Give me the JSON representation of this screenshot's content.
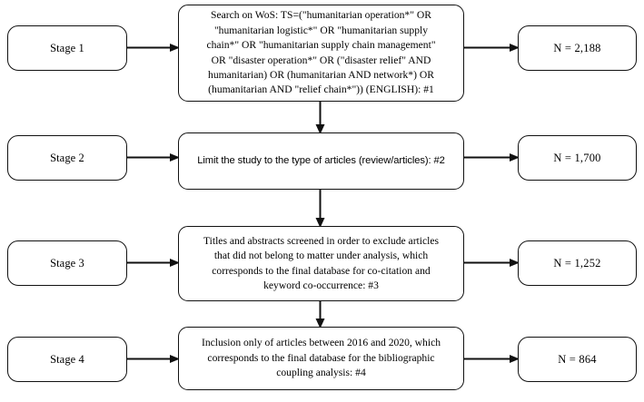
{
  "figure": {
    "type": "flowchart",
    "orientation": "left-to-right rows with downward chaining",
    "background_color": "#ffffff",
    "line_color": "#111111"
  },
  "rows": [
    {
      "stage_label": "Stage 1",
      "content": "Search on WoS: TS=(\"humanitarian operation*\"  OR\n\"humanitarian  logistic*\" OR \"humanitarian  supply\nchain*\" OR \"humanitarian  supply  chain  management\"\nOR \"disaster  operation*\"  OR  (\"disaster relief\" AND\nhumanitarian)  OR  (humanitarian AND network*)  OR\n(humanitarian AND \"relief chain*\")) (ENGLISH): #1",
      "count_label": "N = 2,188",
      "step_tag": "#1",
      "count_value": 2188
    },
    {
      "stage_label": "Stage 2",
      "content": "Limit the study to the type of articles (review/articles): #2",
      "count_label": "N = 1,700",
      "step_tag": "#2",
      "count_value": 1700
    },
    {
      "stage_label": "Stage 3",
      "content": "Titles and abstracts screened in order to exclude articles\nthat did not belong to matter under analysis, which\ncorresponds to the final database for co-citation and\nkeyword co-occurrence: #3",
      "count_label": "N = 1,252",
      "step_tag": "#3",
      "count_value": 1252
    },
    {
      "stage_label": "Stage 4",
      "content": "Inclusion only of articles between 2016 and 2020, which\ncorresponds to the final database for the bibliographic\ncoupling analysis: #4",
      "count_label": "N = 864",
      "step_tag": "#4",
      "count_value": 864
    }
  ],
  "connectors": {
    "horizontal_in": "arrow-right",
    "horizontal_out": "arrow-right",
    "vertical": "arrow-down"
  }
}
